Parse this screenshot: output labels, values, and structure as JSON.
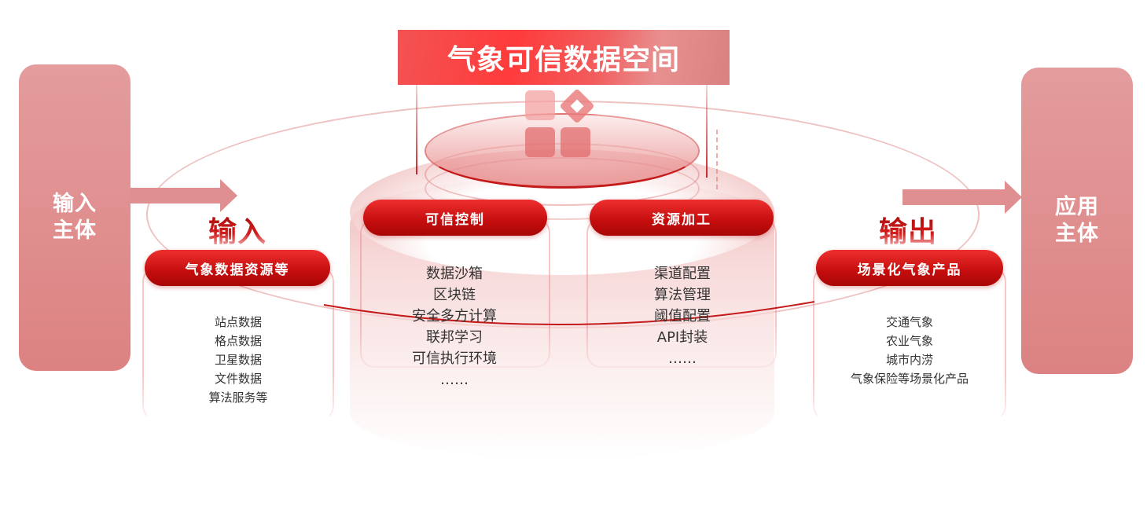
{
  "title": "气象可信数据空间",
  "input_entity": {
    "label": "输入\n主体"
  },
  "output_entity": {
    "label": "应用\n主体"
  },
  "input_section": {
    "word": "输入",
    "header": "气象数据资源等",
    "items": [
      "站点数据",
      "格点数据",
      "卫星数据",
      "文件数据",
      "算法服务等"
    ]
  },
  "trust_control": {
    "header": "可信控制",
    "items": [
      "数据沙箱",
      "区块链",
      "安全多方计算",
      "联邦学习",
      "可信执行环境",
      "……"
    ]
  },
  "resource_processing": {
    "header": "资源加工",
    "items": [
      "渠道配置",
      "算法管理",
      "阈值配置",
      "API封装",
      "……"
    ]
  },
  "output_section": {
    "word": "输出",
    "header": "场景化气象产品",
    "items": [
      "交通气象",
      "农业气象",
      "城市内涝",
      "气象保险等场景化产品"
    ]
  },
  "colors": {
    "primary_red": "#c40d0d",
    "banner_red": "#ff3b3b",
    "entity_pink": "#dc8282",
    "arrow_pink": "#df8f8f"
  }
}
